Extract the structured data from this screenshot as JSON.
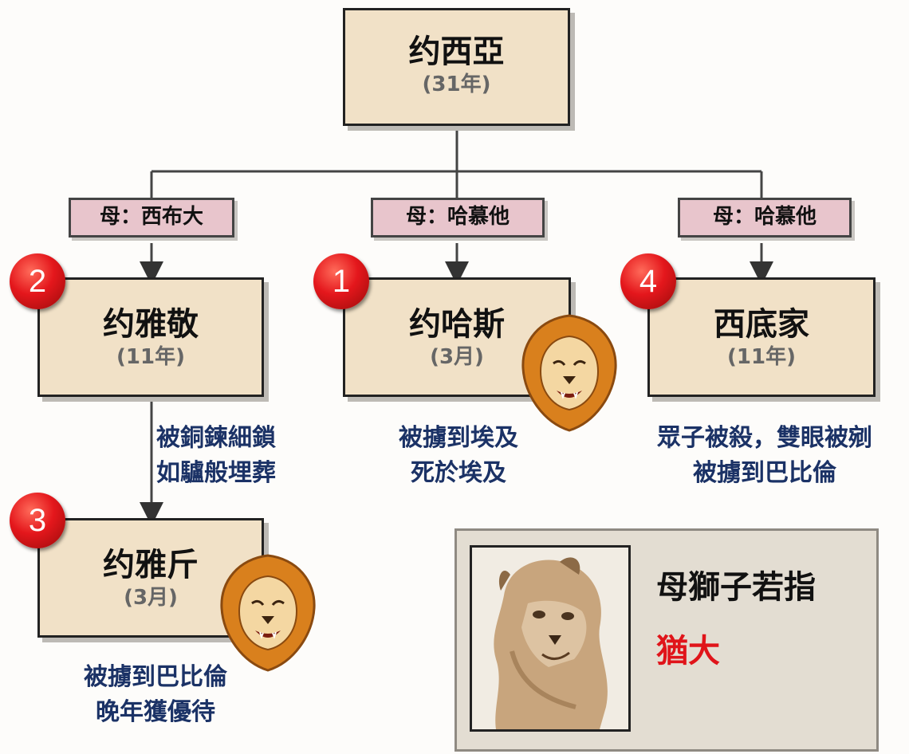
{
  "root": {
    "name": "约西亞",
    "duration": "(31年)"
  },
  "mothers": [
    "母：西布大",
    "母：哈慕他",
    "母：哈慕他"
  ],
  "kings": [
    {
      "name": "约雅敬",
      "duration": "(11年)",
      "badge": "2"
    },
    {
      "name": "约哈斯",
      "duration": "(3月)",
      "badge": "1"
    },
    {
      "name": "西底家",
      "duration": "(11年)",
      "badge": "4"
    },
    {
      "name": "约雅斤",
      "duration": "(3月)",
      "badge": "3"
    }
  ],
  "notes": {
    "jehoiakim": [
      "被銅鍊細鎖",
      "如驢般埋葬"
    ],
    "jehoahaz": [
      "被擄到埃及",
      "死於埃及"
    ],
    "zedekiah": [
      "眾子被殺，雙眼被剜",
      "被擄到巴比倫"
    ],
    "jehoiachin": [
      "被擄到巴比倫",
      "晚年獲優待"
    ]
  },
  "panel": {
    "title": "母獅子若指",
    "subtitle": "猶大"
  },
  "colors": {
    "box_fill": "#f1e1c7",
    "mother_fill": "#e8c5cc",
    "badge_red": "#e4171c",
    "note_text": "#1b3266",
    "highlight_red": "#e0141a"
  },
  "icons": [
    "lion-head-icon",
    "lioness-photo"
  ]
}
